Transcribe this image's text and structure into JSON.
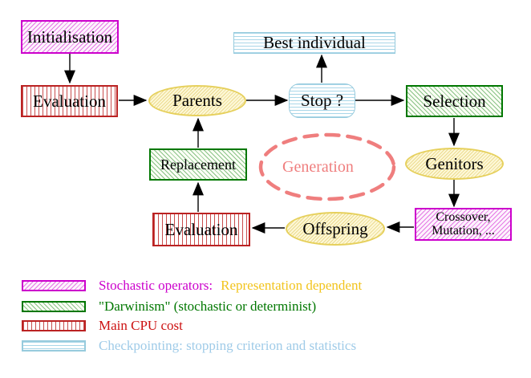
{
  "colors": {
    "stochastic_magenta": "#cc00cc",
    "darwinism_green": "#007700",
    "cpu_red": "#bb2222",
    "checkpoint_cyan_border": "#97cbdd",
    "checkpoint_cyan_text": "#9fcbe8",
    "population_yellow_border": "#e6d05c",
    "representation_yellow_text": "#f2c41d",
    "generation_coral": "#ef7e7e",
    "arrow_black": "#000000"
  },
  "nodes": {
    "initialisation": {
      "label": "Initialisation"
    },
    "evaluation_top": {
      "label": "Evaluation"
    },
    "parents": {
      "label": "Parents"
    },
    "best_individual": {
      "label": "Best individual"
    },
    "stop": {
      "label": "Stop ?"
    },
    "selection": {
      "label": "Selection"
    },
    "genitors": {
      "label": "Genitors"
    },
    "replacement": {
      "label": "Replacement"
    },
    "generation": {
      "label": "Generation"
    },
    "crossover": {
      "line1": "Crossover,",
      "line2": "Mutation, ..."
    },
    "offspring": {
      "label": "Offspring"
    },
    "evaluation_bottom": {
      "label": "Evaluation"
    }
  },
  "legend": {
    "stochastic": {
      "label": "Stochastic operators:",
      "suffix": "Representation dependent"
    },
    "darwinism": {
      "label": "\"Darwinism\" (stochastic or determinist)"
    },
    "cpu": {
      "label": "Main CPU cost"
    },
    "checkpointing": {
      "label": "Checkpointing: stopping criterion and statistics"
    }
  }
}
